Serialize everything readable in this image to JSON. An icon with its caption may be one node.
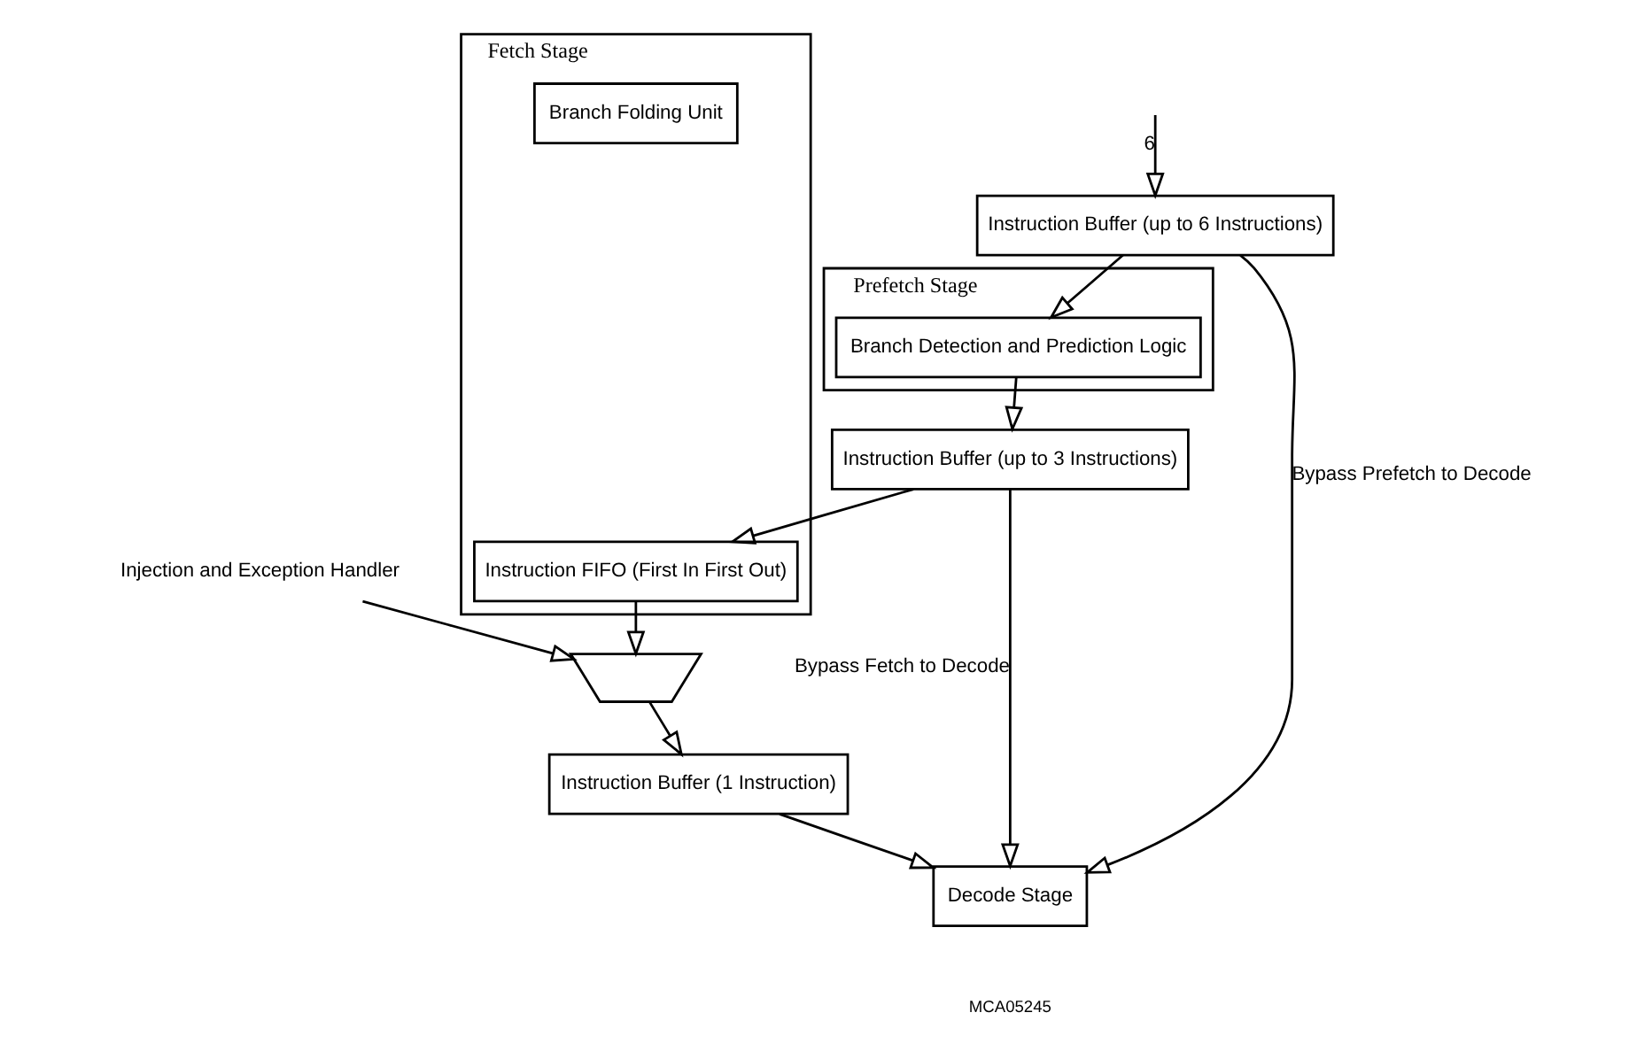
{
  "diagram": {
    "nodes": [
      {
        "text": [
          "Prefetch Stage"
        ]
      },
      {
        "text": [
          "Instruction Buffer (up to 6 Instructions)"
        ]
      },
      {
        "text": [
          "Branch Detection and Prediction Logic"
        ],
        "in": 0
      },
      {
        "text": [
          "Instruction Buffer (up to 3 Instructions)"
        ]
      },
      {
        "text": [
          "Fetch Stage"
        ]
      },
      {
        "text": [
          "Branch Folding Unit"
        ],
        "in": 4
      },
      {
        "text": [
          "Instruction FIFO (First In First Out)"
        ],
        "in": 4
      },
      {
        "text": [
          "Injection and Exception Handler"
        ]
      },
      {
        "text": [],
        "shape": "trapezoid"
      },
      {
        "text": [
          "Instruction Buffer (1 Instruction)"
        ]
      },
      {
        "text": [
          "Decode Stage"
        ]
      }
    ],
    "edges": [
      {
        "from": null,
        "to": 1,
        "arrow": "to",
        "label": "6"
      },
      {
        "from": 1,
        "to": 2,
        "arrow": "to"
      },
      {
        "from": 2,
        "to": 3,
        "arrow": "to"
      },
      {
        "from": 3,
        "to": 6,
        "arrow": "to"
      },
      {
        "from": 3,
        "to": 10,
        "arrow": "to",
        "label": "Bypass Fetch to Decode"
      },
      {
        "from": 1,
        "to": 10,
        "arrow": "to",
        "label": "Bypass Prefetch to Decode"
      },
      {
        "from": 7,
        "to": 8,
        "arrow": "to"
      },
      {
        "from": 6,
        "to": 8,
        "arrow": "to"
      },
      {
        "from": 8,
        "to": 9,
        "arrow": "to"
      },
      {
        "from": 9,
        "to": 10,
        "arrow": "to"
      }
    ],
    "labels": [
      "MCA05245"
    ]
  }
}
